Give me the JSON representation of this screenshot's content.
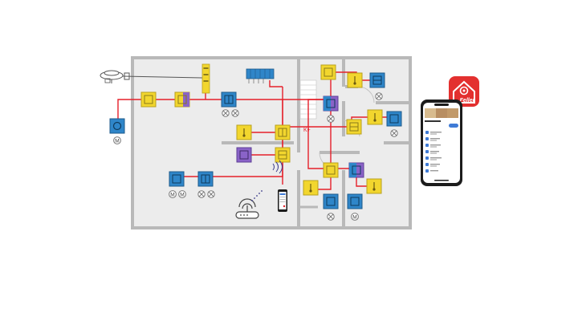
{
  "diagram": {
    "wire_label": "K+",
    "motor_label": "M",
    "app_logo_text": "Feller",
    "colors": {
      "wall": "#b9b9b9",
      "floor": "#ececec",
      "wire": "#e5202a",
      "yellow": "#f2d62e",
      "yellow_dark": "#b8a11e",
      "blue": "#2f86c9",
      "blue_dark": "#1e5a8a",
      "purple": "#8a63c8",
      "app_red": "#e3302f"
    }
  }
}
